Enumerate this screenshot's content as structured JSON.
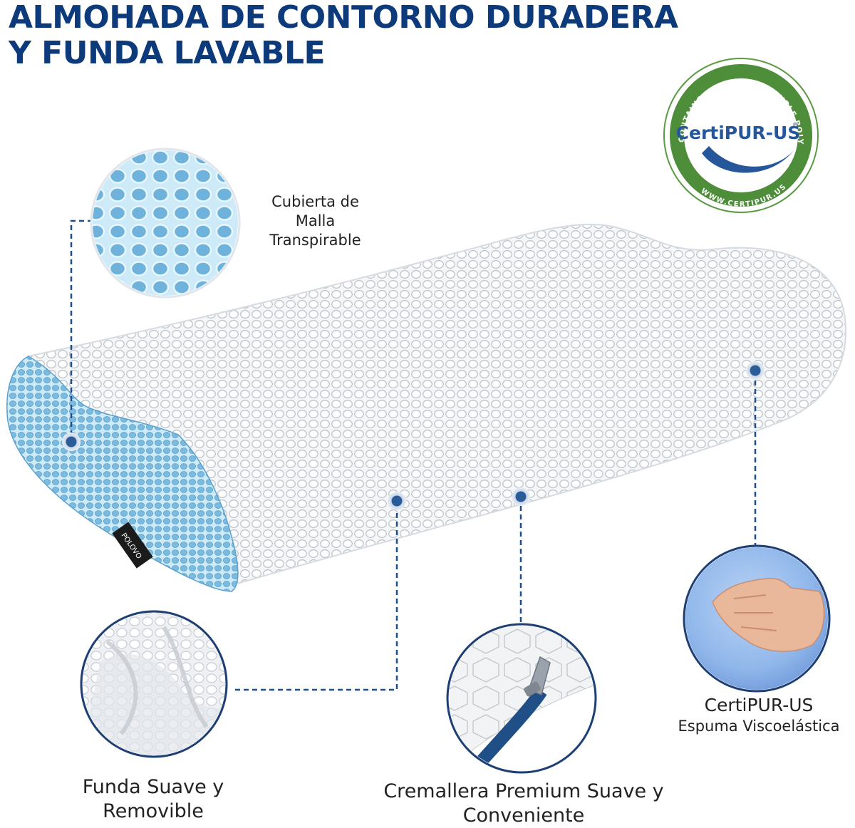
{
  "header": {
    "title_line1": "ALMOHADA DE CONTORNO DURADERA",
    "title_line2": "Y FUNDA LAVABLE"
  },
  "seal": {
    "brand": "CertiPUR-US",
    "registered": "®",
    "ring_top": "CONTAINS CERTIFIED FLEXIBLE POLYURETHANE FOAM",
    "ring_bottom": "WWW.CERTIPUR.US"
  },
  "pillow": {
    "tag": "POLOVO"
  },
  "features": {
    "mesh": {
      "line1": "Cubierta de",
      "line2": "Malla",
      "line3": "Transpirable"
    },
    "cover": {
      "line1": "Funda Suave y",
      "line2": "Removible"
    },
    "zipper": {
      "line1": "Cremallera Premium Suave y",
      "line2": "Conveniente"
    },
    "foam": {
      "line1": "CertiPUR-US",
      "line2": "Espuma Viscoelástica"
    }
  },
  "colors": {
    "title": "#0d3a7a",
    "accent_blue": "#2a5c99",
    "mesh_blue": "#9fd3ec",
    "foam_blue": "#8fb6ea",
    "seal_green": "#4e8d3a"
  }
}
